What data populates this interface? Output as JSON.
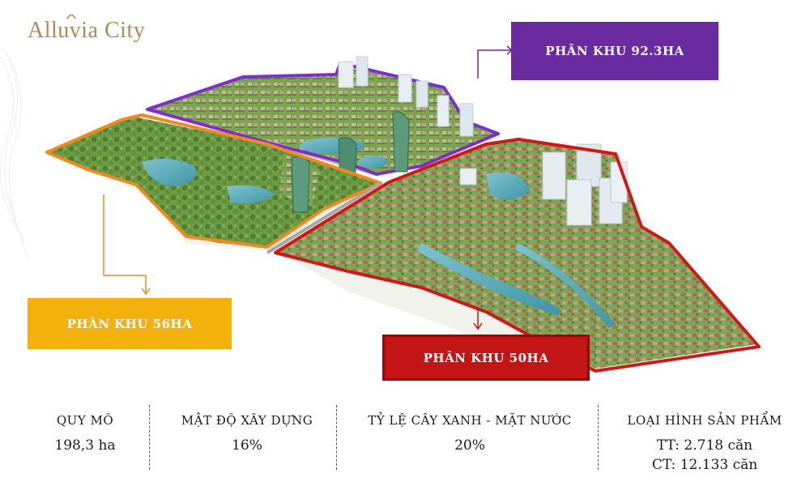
{
  "brand": {
    "logo_text": "Alluvia City"
  },
  "zones": {
    "purple_label": "PHÂN KHU 92.3HA",
    "orange_label": "PHÂN KHU 56HA",
    "red_label": "PHÂN KHU 50HA",
    "colors": {
      "purple": "#6a2aa0",
      "orange": "#f2b10d",
      "red": "#c41415"
    }
  },
  "stats": {
    "scale": {
      "label": "QUY MÔ",
      "value": "198,3 ha"
    },
    "density": {
      "label": "MẬT ĐỘ XÂY DỰNG",
      "value": "16%"
    },
    "green": {
      "label": "TỶ LỆ CÂY XANH - MẶT NƯỚC",
      "value": "20%"
    },
    "products": {
      "label": "LOẠI HÌNH SẢN PHẨM",
      "line1": "TT: 2.718 căn",
      "line2": "CT: 12.133 căn"
    }
  }
}
